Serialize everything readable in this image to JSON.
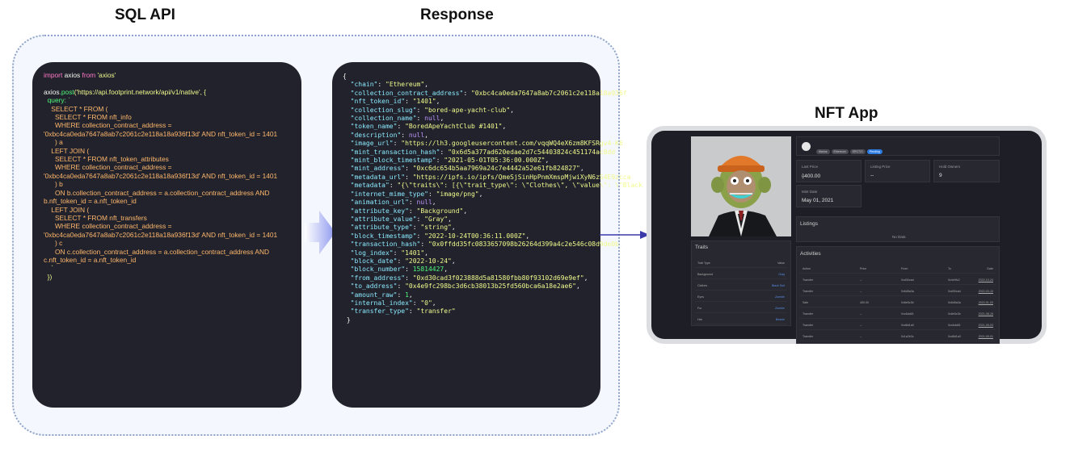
{
  "titles": {
    "sql": "SQL API",
    "response": "Response",
    "app": "NFT App"
  },
  "sql_code": {
    "line1_kw1": "import",
    "line1_plain": " axios ",
    "line1_kw2": "from",
    "line1_str": " 'axios'",
    "line3_obj": "axios",
    "line3_method": ".post",
    "line3_str": "('https://api.footprint.network/api/v1/native', {",
    "line4": "  query: `",
    "line5": "    SELECT * FROM (",
    "line6": "      SELECT * FROM nft_info",
    "line7": "      WHERE collection_contract_address =",
    "line8": "'0xbc4ca0eda7647a8ab7c2061c2e118a18a936f13d' AND nft_token_id = 1401",
    "line9": "      ) a",
    "line10": "    LEFT JOIN (",
    "line11": "      SELECT * FROM nft_token_attributes",
    "line12": "      WHERE collection_contract_address =",
    "line13": "'0xbc4ca0eda7647a8ab7c2061c2e118a18a936f13d' AND nft_token_id = 1401",
    "line14": "      ) b",
    "line15": "      ON b.collection_contract_address = a.collection_contract_address AND",
    "line16": "b.nft_token_id = a.nft_token_id",
    "line17": "    LEFT JOIN (",
    "line18": "      SELECT * FROM nft_transfers",
    "line19": "      WHERE collection_contract_address =",
    "line20": "'0xbc4ca0eda7647a8ab7c2061c2e118a18a936f13d' AND nft_token_id = 1401",
    "line21": "      ) c",
    "line22": "      ON c.collection_contract_address = a.collection_contract_address AND",
    "line23": "c.nft_token_id = a.nft_token_id",
    "line24": "    `",
    "line25": "  })"
  },
  "response_json": {
    "open_brace": "{",
    "close_brace": "}",
    "fields": [
      {
        "key": "\"chain\"",
        "val": "\"Ethereum\"",
        "type": "str"
      },
      {
        "key": "\"collection_contract_address\"",
        "val": "\"0xbc4ca0eda7647a8ab7c2061c2e118a18a936f",
        "type": "str"
      },
      {
        "key": "\"nft_token_id\"",
        "val": "\"1401\"",
        "type": "str"
      },
      {
        "key": "\"collection_slug\"",
        "val": "\"bored-ape-yacht-club\"",
        "type": "str"
      },
      {
        "key": "\"collection_name\"",
        "val": "null",
        "type": "null"
      },
      {
        "key": "\"token_name\"",
        "val": "\"BoredApeYachtClub #1401\"",
        "type": "str"
      },
      {
        "key": "\"description\"",
        "val": "null",
        "type": "null"
      },
      {
        "key": "\"image_url\"",
        "val": "\"https://lh3.googleusercontent.com/vqqWQ4eX6zm8KFSRgv4-K6",
        "type": "str"
      },
      {
        "key": "\"mint_transaction_hash\"",
        "val": "\"0x6d5a377ad620edae2d7c54403824c451174ac8dd",
        "type": "str"
      },
      {
        "key": "\"mint_block_timestamp\"",
        "val": "\"2021-05-01T05:36:00.000Z\"",
        "type": "str"
      },
      {
        "key": "\"mint_address\"",
        "val": "\"0xc6dc654b5aa7969a24c7e4442a52e61fb824827\"",
        "type": "str"
      },
      {
        "key": "\"metadata_url\"",
        "val": "\"https://ipfs.io/ipfs/QmeSjSinHpPnmXmspMjwiXyN6zS4E9zcca",
        "type": "str"
      },
      {
        "key": "\"metadata\"",
        "val": "\"{\\\"traits\\\": [{\\\"trait_type\\\": \\\"Clothes\\\", \\\"value\\\": \\\"Black Suit\\\"",
        "type": "str"
      },
      {
        "key": "\"internet_mime_type\"",
        "val": "\"image/png\"",
        "type": "str"
      },
      {
        "key": "\"animation_url\"",
        "val": "null",
        "type": "null"
      },
      {
        "key": "\"attribute_key\"",
        "val": "\"Background\"",
        "type": "str"
      },
      {
        "key": "\"attribute_value\"",
        "val": "\"Gray\"",
        "type": "str"
      },
      {
        "key": "\"attribute_type\"",
        "val": "\"string\"",
        "type": "str"
      },
      {
        "key": "\"block_timestamp\"",
        "val": "\"2022-10-24T00:36:11.000Z\"",
        "type": "str"
      },
      {
        "key": "\"transaction_hash\"",
        "val": "\"0x0ffdd35fc0833657098b26264d399a4c2e546c08d9de0b",
        "type": "str"
      },
      {
        "key": "\"log_index\"",
        "val": "\"1401\"",
        "type": "str"
      },
      {
        "key": "\"block_date\"",
        "val": "\"2022-10-24\"",
        "type": "str"
      },
      {
        "key": "\"block_number\"",
        "val": "15814427",
        "type": "num"
      },
      {
        "key": "\"from_address\"",
        "val": "\"0xd30cad3f023888d5a81580fbb80f93102d69e9ef\"",
        "type": "str"
      },
      {
        "key": "\"to_address\"",
        "val": "\"0x4e9fc298bc3d6cb38013b25fd560bca6a18e2ae6\"",
        "type": "str"
      },
      {
        "key": "\"amount_raw\"",
        "val": "1",
        "type": "num"
      },
      {
        "key": "\"internal_index\"",
        "val": "\"0\"",
        "type": "str"
      },
      {
        "key": "\"transfer_type\"",
        "val": "\"transfer\"",
        "type": "str",
        "last": true
      }
    ]
  },
  "nft_app": {
    "pills": [
      "Marius",
      "Ethereum",
      "ERC721",
      "Pending"
    ],
    "stats": [
      {
        "label": "Last Price",
        "value": "400.00"
      },
      {
        "label": "Listing Price",
        "value": "--"
      },
      {
        "label": "Hold Owners",
        "value": "9"
      }
    ],
    "mint_date_label": "Mint Date",
    "mint_date": "May 01, 2021",
    "listings_title": "Listings",
    "listings_empty": "No Data",
    "traits_title": "Traits",
    "traits_header": [
      "Trait Type",
      "Value"
    ],
    "traits": [
      {
        "type": "Background",
        "value": "Gray"
      },
      {
        "type": "Clothes",
        "value": "Black Suit"
      },
      {
        "type": "Eyes",
        "value": "Zombie"
      },
      {
        "type": "Fur",
        "value": "Zombie"
      },
      {
        "type": "Hat",
        "value": "Beanie"
      }
    ],
    "activities_title": "Activities",
    "activities_header": [
      "Action",
      "Price",
      "From",
      "To",
      "Date"
    ],
    "activities": [
      {
        "action": "Transfer",
        "price": "--",
        "from": "0xd30cad",
        "to": "0x4e9fc2",
        "date": "2022-10-24"
      },
      {
        "action": "Transfer",
        "price": "--",
        "from": "0x6d5a3a",
        "to": "0xd30cad",
        "date": "2022-03-10"
      },
      {
        "action": "Sale",
        "price": "400.00",
        "from": "0x8e5c3b",
        "to": "0x6d5a3a",
        "date": "2022-01-03"
      },
      {
        "action": "Transfer",
        "price": "--",
        "from": "0xc6dc65",
        "to": "0x8e5c3b",
        "date": "2021-08-15"
      },
      {
        "action": "Transfer",
        "price": "--",
        "from": "0xd8d1a0",
        "to": "0xc6dc65",
        "date": "2021-05-03"
      },
      {
        "action": "Transfer",
        "price": "--",
        "from": "0x1a2b3c",
        "to": "0xd8d1a0",
        "date": "2021-05-01"
      }
    ]
  },
  "colors": {
    "panel_bg": "#21222c",
    "group_bg": "#f4f7fd",
    "group_border": "#8fa4c8",
    "arrow": "#9ba6f0",
    "connector": "#3b3aa8",
    "app_bg": "#1e1f26"
  }
}
